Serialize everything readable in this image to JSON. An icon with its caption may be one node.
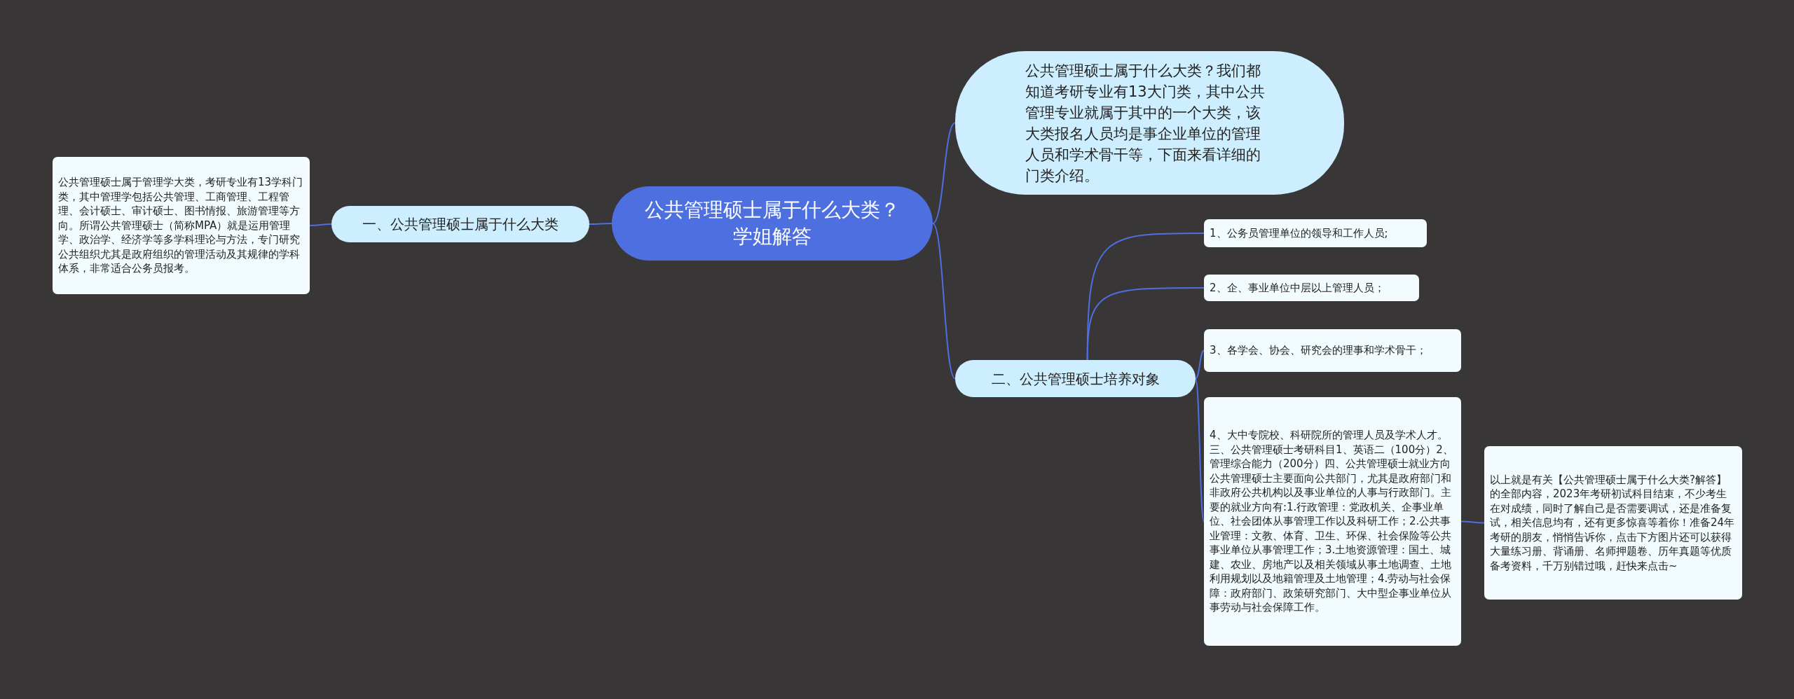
{
  "diagram": {
    "nodes": [
      {
        "text": [
          "公共管理硕士属于什么大类？学姐解答"
        ]
      },
      {
        "text": [
          "公共管理硕士属于什么大类？我们都知道考研专业有13大门类，其中公共管理专业就属于其中的一个大类，该大类报名人员均是事企业单位的管理人员和学术骨干等，下面来看详细的门类介绍。"
        ]
      },
      {
        "text": [
          "一、公共管理硕士属于什么大类"
        ]
      },
      {
        "text": [
          "公共管理硕士属于管理学大类，考研专业有13学科门类，其中管理学包括公共管理、工商管理、工程管理、会计硕士、审计硕士、图书情报、旅游管理等方向。所谓公共管理硕士（简称MPA）就是运用管理学、政治学、经济学等多学科理论与方法，专门研究公共组织尤其是政府组织的管理活动及其规律的学科体系，非常适合公务员报考。"
        ]
      },
      {
        "text": [
          "二、公共管理硕士培养对象"
        ]
      },
      {
        "text": [
          "1、公务员管理单位的领导和工作人员;"
        ]
      },
      {
        "text": [
          "2、企、事业单位中层以上管理人员；"
        ]
      },
      {
        "text": [
          "3、各学会、协会、研究会的理事和学术骨干；"
        ]
      },
      {
        "text": [
          "4、大中专院校、科研院所的管理人员及学术人才。三、公共管理硕士考研科目1、英语二（100分）2、管理综合能力（200分）四、公共管理硕士就业方向公共管理硕士主要面向公共部门，尤其是政府部门和非政府公共机构以及事业单位的人事与行政部门。主要的就业方向有:1.行政管理：党政机关、企事业单位、社会团体从事管理工作以及科研工作；2.公共事业管理：文教、体育、卫生、环保、社会保险等公共事业单位从事管理工作；3.土地资源管理：国土、城建、农业、房地产以及相关领域从事土地调查、土地利用规划以及地籍管理及土地管理；4.劳动与社会保障：政府部门、政策研究部门、大中型企事业单位从事劳动与社会保障工作。"
        ]
      },
      {
        "text": [
          "以上就是有关【公共管理硕士属于什么大类?解答】的全部内容，2023年考研初试科目结束，不少考生在对成绩，同时了解自己是否需要调试，还是准备复试，相关信息均有，还有更多惊喜等着你！准备24年考研的朋友，悄悄告诉你，点击下方图片还可以获得大量练习册、背诵册、名师押题卷、历年真题等优质备考资料，千万别错过哦，赶快来点击~"
        ]
      }
    ],
    "edges": [
      {
        "from": 0,
        "to": 1,
        "arrow": "none"
      },
      {
        "from": 0,
        "to": 2,
        "arrow": "none"
      },
      {
        "from": 2,
        "to": 3,
        "arrow": "none"
      },
      {
        "from": 0,
        "to": 4,
        "arrow": "none"
      },
      {
        "from": 4,
        "to": 5,
        "arrow": "none"
      },
      {
        "from": 4,
        "to": 6,
        "arrow": "none"
      },
      {
        "from": 4,
        "to": 7,
        "arrow": "none"
      },
      {
        "from": 4,
        "to": 8,
        "arrow": "none"
      },
      {
        "from": 8,
        "to": 9,
        "arrow": "none"
      }
    ]
  }
}
